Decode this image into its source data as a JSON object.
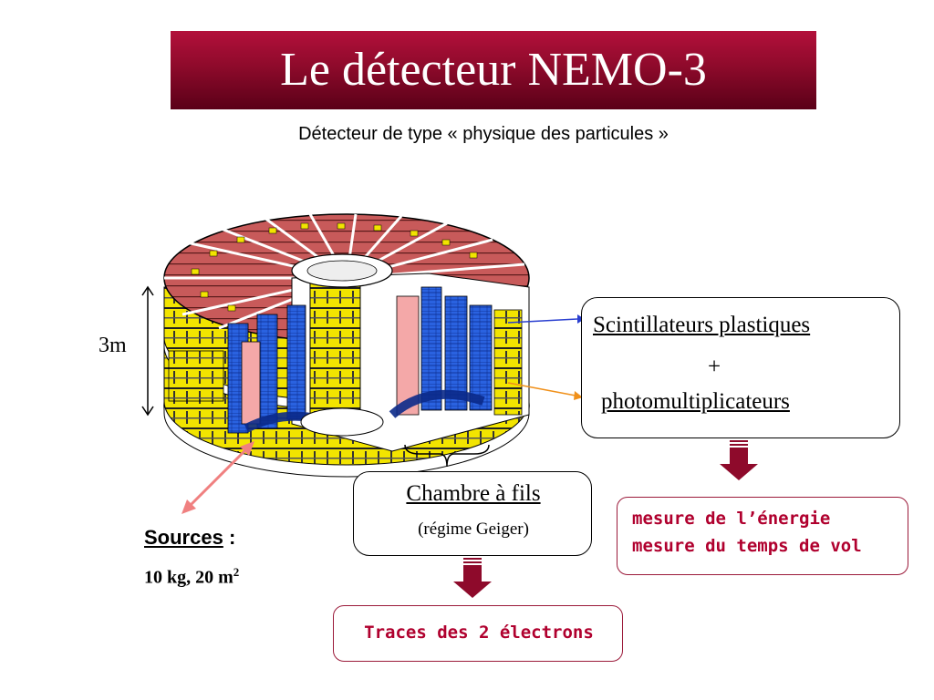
{
  "title": "Le détecteur NEMO-3",
  "subtitle": "Détecteur de type « physique des particules »",
  "dimension_label": "3m",
  "scintillator_box": {
    "line1": "Scintillateurs plastiques",
    "plus": "+",
    "line2": "photomultiplicateurs"
  },
  "chamber_box": {
    "title": "Chambre à fils",
    "note": "(régime Geiger)"
  },
  "energy_box": {
    "line1": "mesure de l’énergie",
    "line2": "mesure du temps de vol"
  },
  "traces_box": {
    "text": "Traces des 2 électrons"
  },
  "sources": {
    "label": "Sources",
    "colon": " :",
    "value": "10 kg, 20 m",
    "superscript": "2"
  },
  "colors": {
    "title_bar": "#8e0a2b",
    "arrow": "#8e0a2b",
    "text_accent": "#b0002e",
    "scintillator_red": "#c85a5a",
    "scintillator_yellow": "#f2e400",
    "tracker_blue": "#2a62e0",
    "source_pink": "#f4a8a8"
  }
}
